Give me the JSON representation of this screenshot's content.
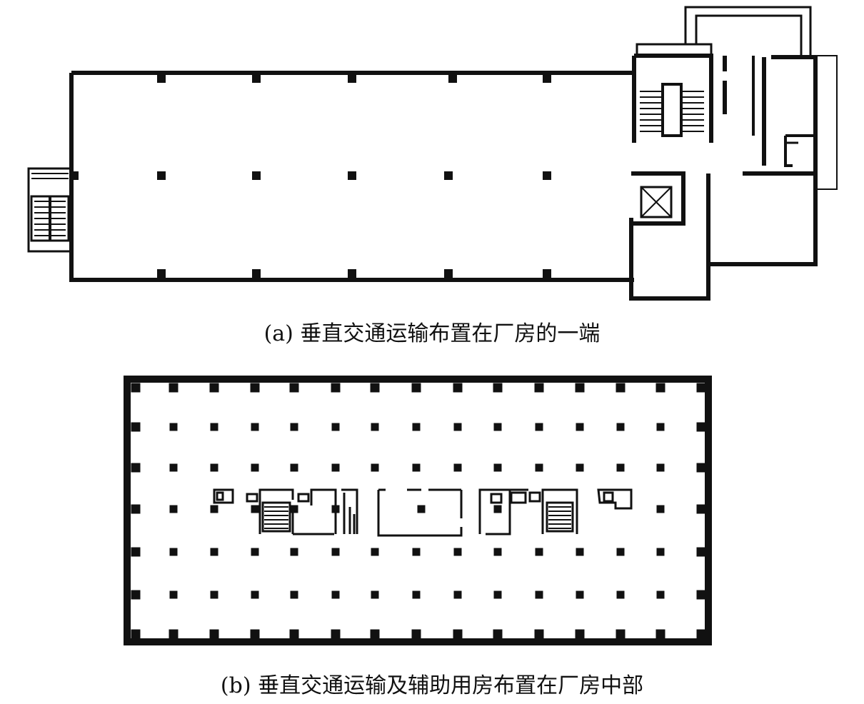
{
  "figures": [
    {
      "id": "a",
      "caption": "(a) 垂直交通运输布置在厂房的一端"
    },
    {
      "id": "b",
      "caption": "(b) 垂直交通运输及辅助用房布置在厂房中部"
    }
  ]
}
